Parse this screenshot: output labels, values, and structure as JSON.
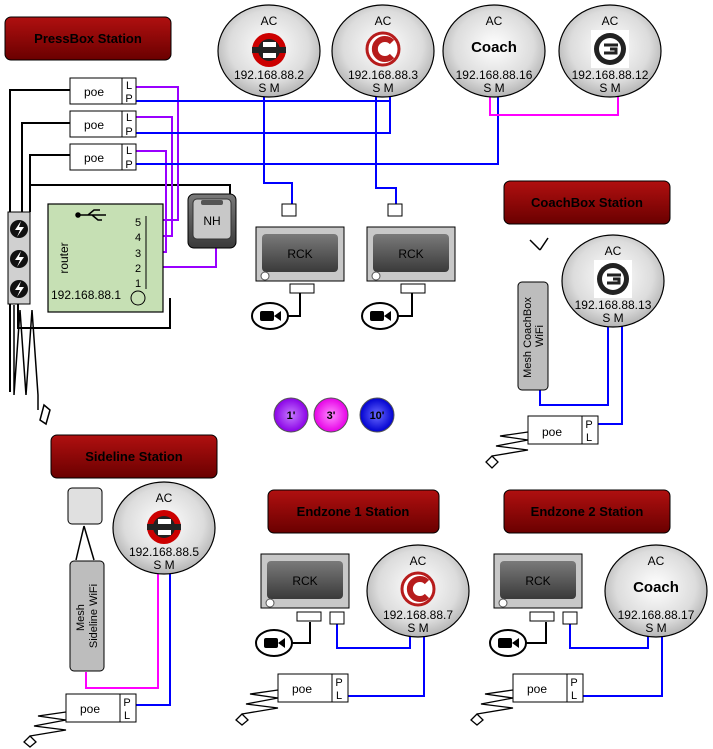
{
  "stations": {
    "pressbox": "PressBox Station",
    "coachbox": "CoachBox Station",
    "sideline": "Sideline Station",
    "endzone1": "Endzone 1 Station",
    "endzone2": "Endzone 2 Station"
  },
  "ac_label": "AC",
  "sm_label": "S M",
  "coach_label": "Coach",
  "poe_label": "poe",
  "port_l": "L",
  "port_p": "P",
  "rck_label": "RCK",
  "nh_label": "NH",
  "router": {
    "label": "router",
    "ip": "192.168.88.1",
    "ports": [
      "5",
      "4",
      "3",
      "2",
      "1"
    ]
  },
  "aps": {
    "ap2": "192.168.88.2",
    "ap3": "192.168.88.3",
    "ap16": "192.168.88.16",
    "ap12": "192.168.88.12",
    "ap13": "192.168.88.13",
    "ap5": "192.168.88.5",
    "ap7": "192.168.88.7",
    "ap17": "192.168.88.17"
  },
  "mesh": {
    "coachbox_line1": "Mesh CoachBox",
    "coachbox_line2": "WiFi",
    "sideline_line1": "Mesh",
    "sideline_line2": "Sideline  WiFi"
  },
  "legend": [
    "1'",
    "3'",
    "10'"
  ],
  "colors": {
    "station_fill": "#8b0000",
    "purple": "#9900ff",
    "magenta": "#ff00ff",
    "blue": "#0000ff",
    "router_green": "#c6e0b4"
  }
}
